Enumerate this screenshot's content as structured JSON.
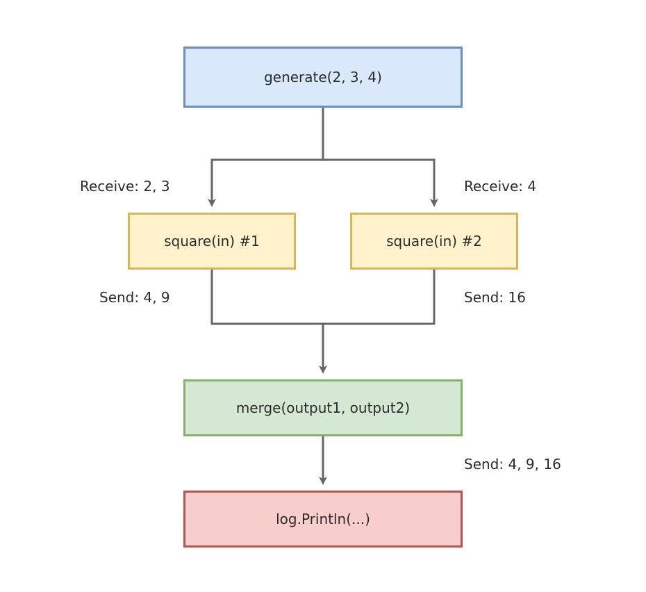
{
  "nodes": {
    "generate": {
      "label": "generate(2, 3, 4)",
      "fill": "#dae8fc",
      "stroke": "#6c8ebf"
    },
    "square1": {
      "label": "square(in) #1",
      "fill": "#fff2cc",
      "stroke": "#d6b656"
    },
    "square2": {
      "label": "square(in) #2",
      "fill": "#fff2cc",
      "stroke": "#d6b656"
    },
    "merge": {
      "label": "merge(output1, output2)",
      "fill": "#d5e8d4",
      "stroke": "#82b366"
    },
    "println": {
      "label": "log.Println(...)",
      "fill": "#f8cecc",
      "stroke": "#b85450"
    }
  },
  "edge_labels": {
    "receive1": "Receive: 2, 3",
    "receive2": "Receive: 4",
    "send1": "Send: 4, 9",
    "send2": "Send: 16",
    "send3": "Send: 4, 9, 16"
  },
  "edge_color": "#666666"
}
